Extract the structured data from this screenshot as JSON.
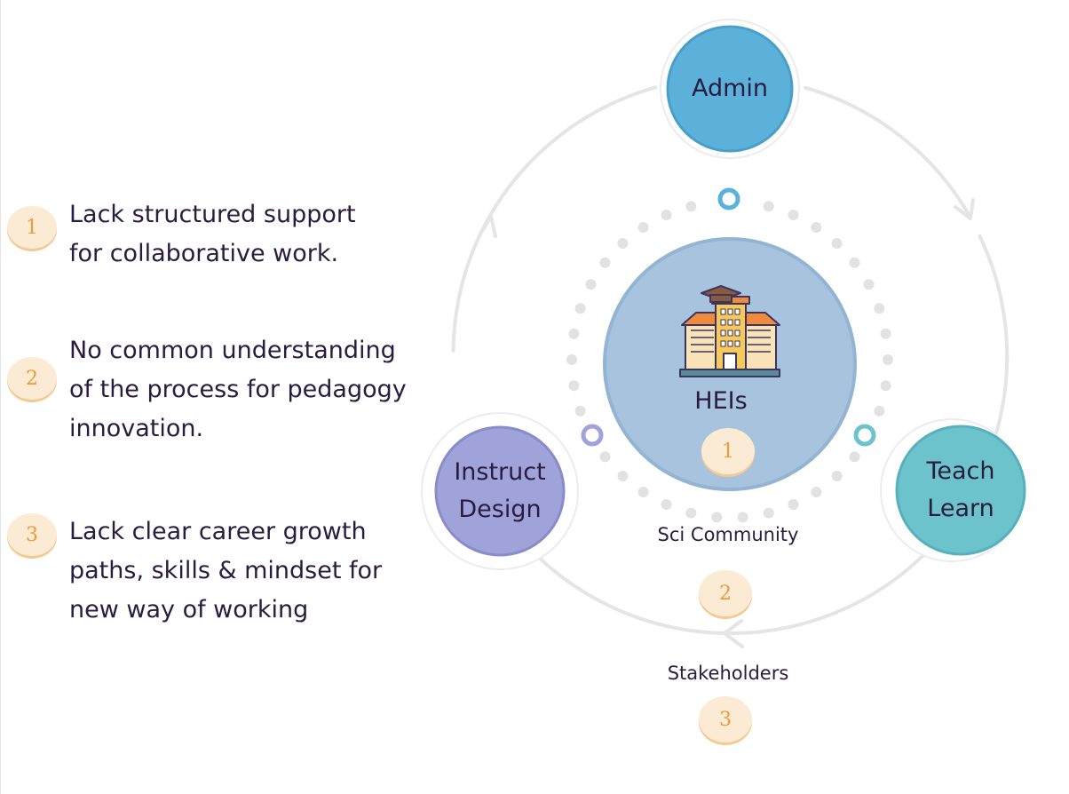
{
  "issues": [
    {
      "num": "1",
      "lines": [
        "Lack structured support",
        "for collaborative work."
      ]
    },
    {
      "num": "2",
      "lines": [
        "No common understanding",
        "of the process for pedagogy",
        "innovation."
      ]
    },
    {
      "num": "3",
      "lines": [
        "Lack clear career growth",
        "paths, skills & mindset for",
        "new way of working"
      ]
    }
  ],
  "diagram": {
    "center": {
      "label": "HEIs",
      "badge": "1",
      "icon": "university-building-icon"
    },
    "nodes": {
      "admin": {
        "label": "Admin",
        "color": "#5bb1d9"
      },
      "teach_learn": {
        "label": "Teach\nLearn",
        "color": "#6cc3cc"
      },
      "instruct_design": {
        "label": "Instruct\nDesign",
        "color": "#9fa3d9"
      }
    },
    "sci_community": {
      "label": "Sci Community",
      "badge": "2"
    },
    "stakeholders": {
      "label": "Stakeholders",
      "badge": "3"
    }
  },
  "colors": {
    "text": "#2a1c3f",
    "badge_bg": "#fcebd4",
    "badge_number": "#ee9a3a",
    "center_fill": "#a7c3dd",
    "ring_dots": "#e2e2e2",
    "outer_ring": "#e5e5e5"
  }
}
